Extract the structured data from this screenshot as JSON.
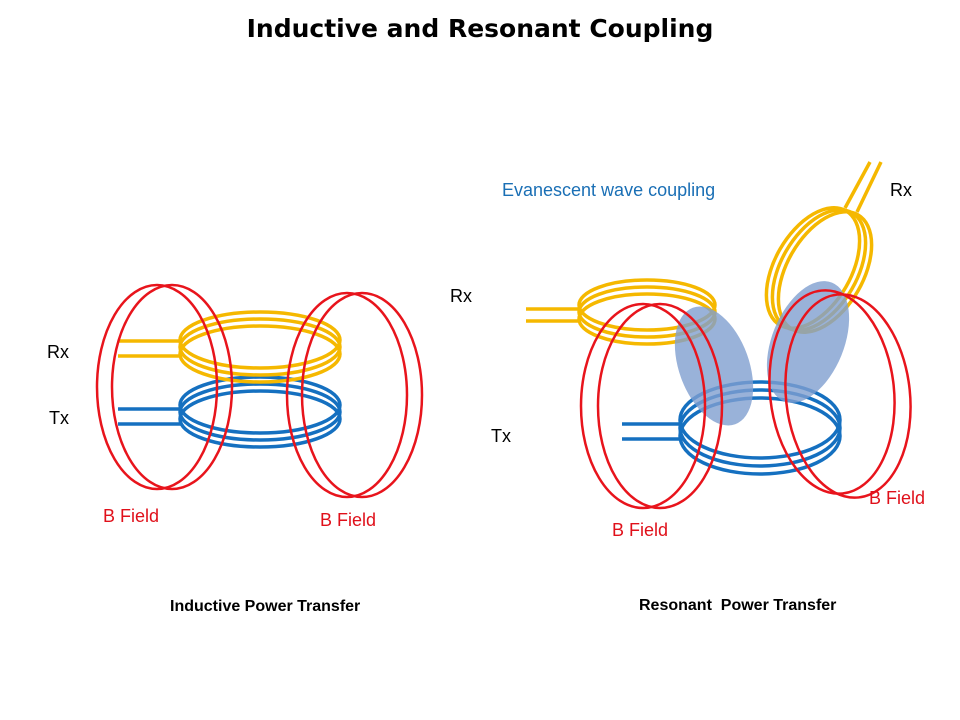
{
  "title": "Inductive and Resonant Coupling",
  "colors": {
    "rx_coil": "#f5b800",
    "tx_coil": "#1570c0",
    "b_field": "#e8141c",
    "coupling_region": "#7f9fcf",
    "annotation_blue": "#1a6fb5",
    "label_red": "#e0101a"
  },
  "left_diagram": {
    "rx_label": "Rx",
    "tx_label": "Tx",
    "b_field_left_label": "B Field",
    "b_field_right_label": "B Field",
    "caption": "Inductive Power Transfer"
  },
  "right_diagram": {
    "annotation": "Evanescent wave coupling",
    "rx_label_top": "Rx",
    "rx_label_left": "Rx",
    "tx_label": "Tx",
    "b_field_left_label": "B Field",
    "b_field_right_label": "B Field",
    "caption": "Resonant  Power Transfer"
  }
}
